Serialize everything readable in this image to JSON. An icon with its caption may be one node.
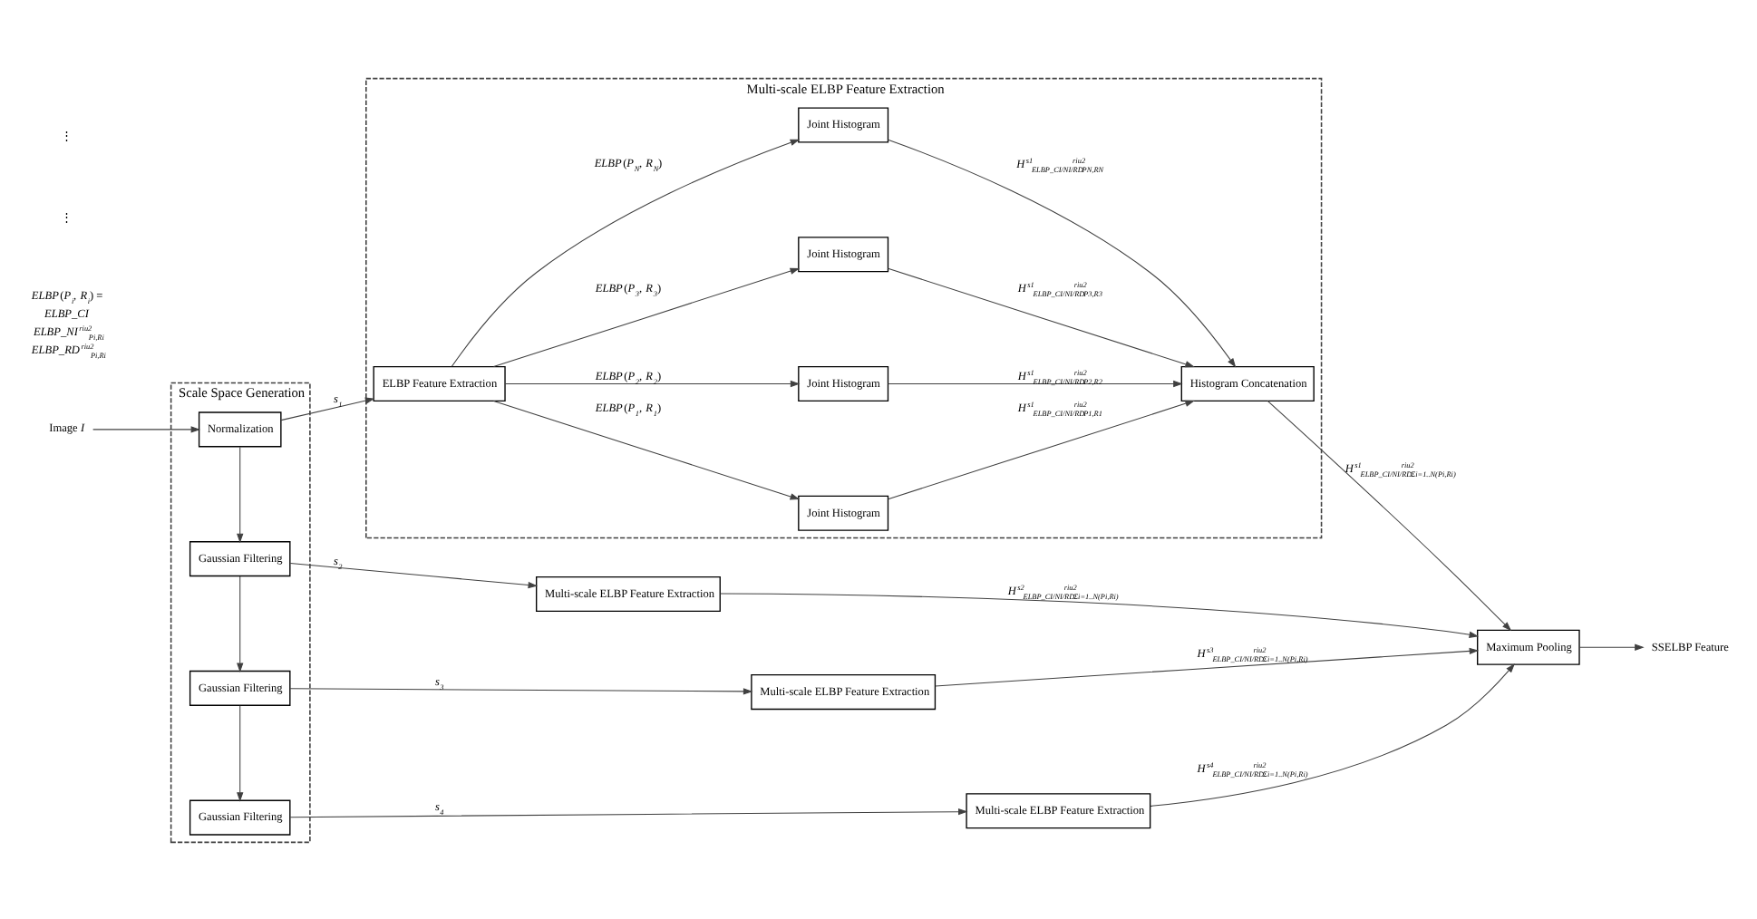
{
  "diagram": {
    "nodes": [
      {
        "text": [
          "Scale Space Generation"
        ]
      },
      {
        "text": [
          "Image *I*"
        ]
      },
      {
        "text": [
          "Normalization"
        ],
        "in": 0
      },
      {
        "text": [
          "Gaussian Filtering"
        ],
        "in": 0
      },
      {
        "text": [
          "Gaussian Filtering"
        ],
        "in": 0
      },
      {
        "text": [
          "Gaussian Filtering"
        ],
        "in": 0
      },
      {
        "text": [
          "Multi-scale ELBP Feature Extraction"
        ]
      },
      {
        "text": [
          "ELBP Feature Extraction"
        ],
        "in": 6
      },
      {
        "text": [
          "Joint Histogram"
        ],
        "in": 6
      },
      {
        "text": [
          "Joint Histogram"
        ],
        "in": 6
      },
      {
        "text": [
          "Joint Histogram"
        ],
        "in": 6
      },
      {
        "text": [
          "Joint Histogram"
        ],
        "in": 6
      },
      {
        "text": [
          "Histogram Concatenation"
        ],
        "in": 6
      },
      {
        "text": [
          "Multi-scale ELBP Feature Extraction"
        ]
      },
      {
        "text": [
          "Multi-scale ELBP Feature Extraction"
        ]
      },
      {
        "text": [
          "Multi-scale ELBP Feature Extraction"
        ]
      },
      {
        "text": [
          "Maximum Pooling"
        ]
      },
      {
        "text": [
          "SSELBP Feature"
        ]
      }
    ],
    "edges": [
      {
        "from": 1,
        "to": 2,
        "arrow": "to"
      },
      {
        "from": 2,
        "to": 7,
        "arrow": "to",
        "label": "*s*$_{1}$"
      },
      {
        "from": 2,
        "to": 3,
        "arrow": "to"
      },
      {
        "from": 3,
        "to": 13,
        "arrow": "to",
        "label": "*s*$_{2}$"
      },
      {
        "from": 3,
        "to": 4,
        "arrow": "to"
      },
      {
        "from": 4,
        "to": 14,
        "arrow": "to",
        "label": "*s*$_{3}$"
      },
      {
        "from": 4,
        "to": 5,
        "arrow": "to"
      },
      {
        "from": 5,
        "to": 15,
        "arrow": "to",
        "label": "*s*$_{4}$"
      },
      {
        "from": 7,
        "to": 8,
        "arrow": "to",
        "label": "*ELBP*(*P*$_{1}$, *R*$_{1}$)"
      },
      {
        "from": 7,
        "to": 9,
        "arrow": "to",
        "label": "*ELBP*(*P*$_{2}$, *R*$_{2}$)"
      },
      {
        "from": 7,
        "to": 10,
        "arrow": "to",
        "label": "*ELBP*(*P*$_{3}$, *R*$_{3}$)"
      },
      {
        "from": 7,
        "to": 11,
        "arrow": "to",
        "label": "*ELBP*(*P*$_{N}$, *R*$_{N}$)"
      },
      {
        "from": 8,
        "to": 12,
        "arrow": "to",
        "label": "*H*$^{s1}$$_{ELBP_CI/NI/RD}$$^{riu2}$$_{P1,R1}$"
      },
      {
        "from": 9,
        "to": 12,
        "arrow": "to",
        "label": "*H*$^{s1}$$_{ELBP_CI/NI/RD}$$^{riu2}$$_{P2,R2}$"
      },
      {
        "from": 10,
        "to": 12,
        "arrow": "to",
        "label": "*H*$^{s1}$$_{ELBP_CI/NI/RD}$$^{riu2}$$_{P3,R3}$"
      },
      {
        "from": 11,
        "to": 12,
        "arrow": "to",
        "label": "*H*$^{s1}$$_{ELBP_CI/NI/RD}$$^{riu2}$$_{PN,RN}$"
      },
      {
        "from": 12,
        "to": 16,
        "arrow": "to",
        "label": "*H*$^{s1}$$_{ELBP_CI/NI/RD}$$^{riu2}$$_{Σi=1..N(Pi,Ri)}$"
      },
      {
        "from": 13,
        "to": 16,
        "arrow": "to",
        "label": "*H*$^{s2}$$_{ELBP_CI/NI/RD}$$^{riu2}$$_{Σi=1..N(Pi,Ri)}$"
      },
      {
        "from": 14,
        "to": 16,
        "arrow": "to",
        "label": "*H*$^{s3}$$_{ELBP_CI/NI/RD}$$^{riu2}$$_{Σi=1..N(Pi,Ri)}$"
      },
      {
        "from": 15,
        "to": 16,
        "arrow": "to",
        "label": "*H*$^{s4}$$_{ELBP_CI/NI/RD}$$^{riu2}$$_{Σi=1..N(Pi,Ri)}$"
      },
      {
        "from": 16,
        "to": 17,
        "arrow": "to"
      }
    ],
    "labels": [
      "*ELBP*(*P*$_{i}$, *R*$_{i}$) =",
      "*ELBP_CI*",
      "*ELBP_NI*$^{riu2}$$_{Pi,Ri}$",
      "*ELBP_RD*$^{riu2}$$_{Pi,Ri}$",
      "⋮",
      "⋮"
    ]
  }
}
